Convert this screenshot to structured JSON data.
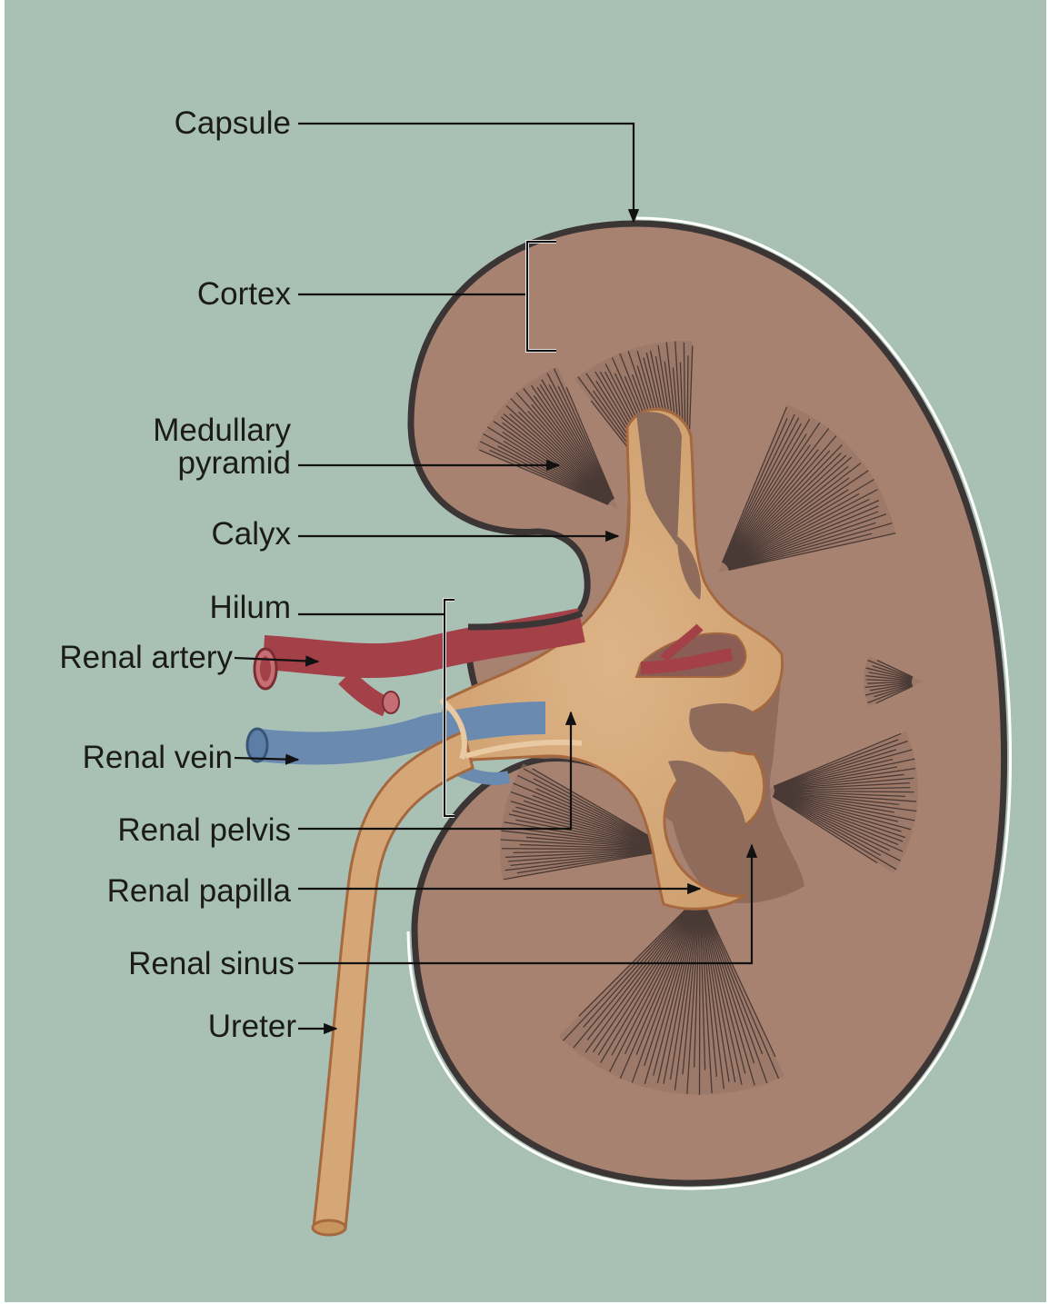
{
  "colors": {
    "background": "#a9c1b5",
    "kidney": "#a78270",
    "capsule_outline": "#3b3635",
    "pyramid": "#8a6a5d",
    "pelvis": "#d5a777",
    "pelvis_light": "#e2be96",
    "artery": "#a34048",
    "vein": "#6a8ab0"
  },
  "labels": {
    "capsule": "Capsule",
    "cortex": "Cortex",
    "medullary_pyramid_line1": "Medullary",
    "medullary_pyramid_line2": "pyramid",
    "calyx": "Calyx",
    "hilum": "Hilum",
    "renal_artery": "Renal artery",
    "renal_vein": "Renal vein",
    "renal_pelvis": "Renal pelvis",
    "renal_papilla": "Renal papilla",
    "renal_sinus": "Renal sinus",
    "ureter": "Ureter"
  }
}
